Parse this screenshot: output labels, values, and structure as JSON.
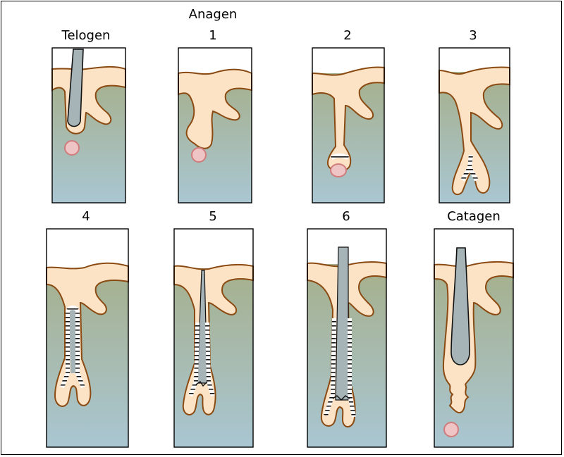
{
  "labels": {
    "group_anagen": "Anagen",
    "telogen": "Telogen",
    "stage1": "1",
    "stage2": "2",
    "stage3": "3",
    "stage4": "4",
    "stage5": "5",
    "stage6": "6",
    "catagen": "Catagen"
  },
  "colors": {
    "skin": "#fde3c6",
    "outline": "#8a4a12",
    "dermis_top": "#a5ab7d",
    "dermis_bottom": "#a9c6d2",
    "hair_shaft": "#a6b4b8",
    "papilla": "#efc4c4",
    "papilla_edge": "#d07c7c"
  },
  "panels": [
    {
      "name": "telogen",
      "label_key": "telogen",
      "hair": "club",
      "papilla": "detached"
    },
    {
      "name": "anagen-1",
      "label_key": "stage1",
      "hair": "none",
      "papilla": "attached"
    },
    {
      "name": "anagen-2",
      "label_key": "stage2",
      "hair": "none",
      "papilla": "attached-with-matrix"
    },
    {
      "name": "anagen-3",
      "label_key": "stage3",
      "hair": "inner-sheath-start",
      "papilla": "enclosed"
    },
    {
      "name": "anagen-4",
      "label_key": "stage4",
      "hair": "inner-sheath",
      "papilla": "enclosed"
    },
    {
      "name": "anagen-5",
      "label_key": "stage5",
      "hair": "growing",
      "papilla": "enclosed"
    },
    {
      "name": "anagen-6",
      "label_key": "stage6",
      "hair": "emerged",
      "papilla": "enclosed"
    },
    {
      "name": "catagen",
      "label_key": "catagen",
      "hair": "club-regressing",
      "papilla": "detached"
    }
  ]
}
